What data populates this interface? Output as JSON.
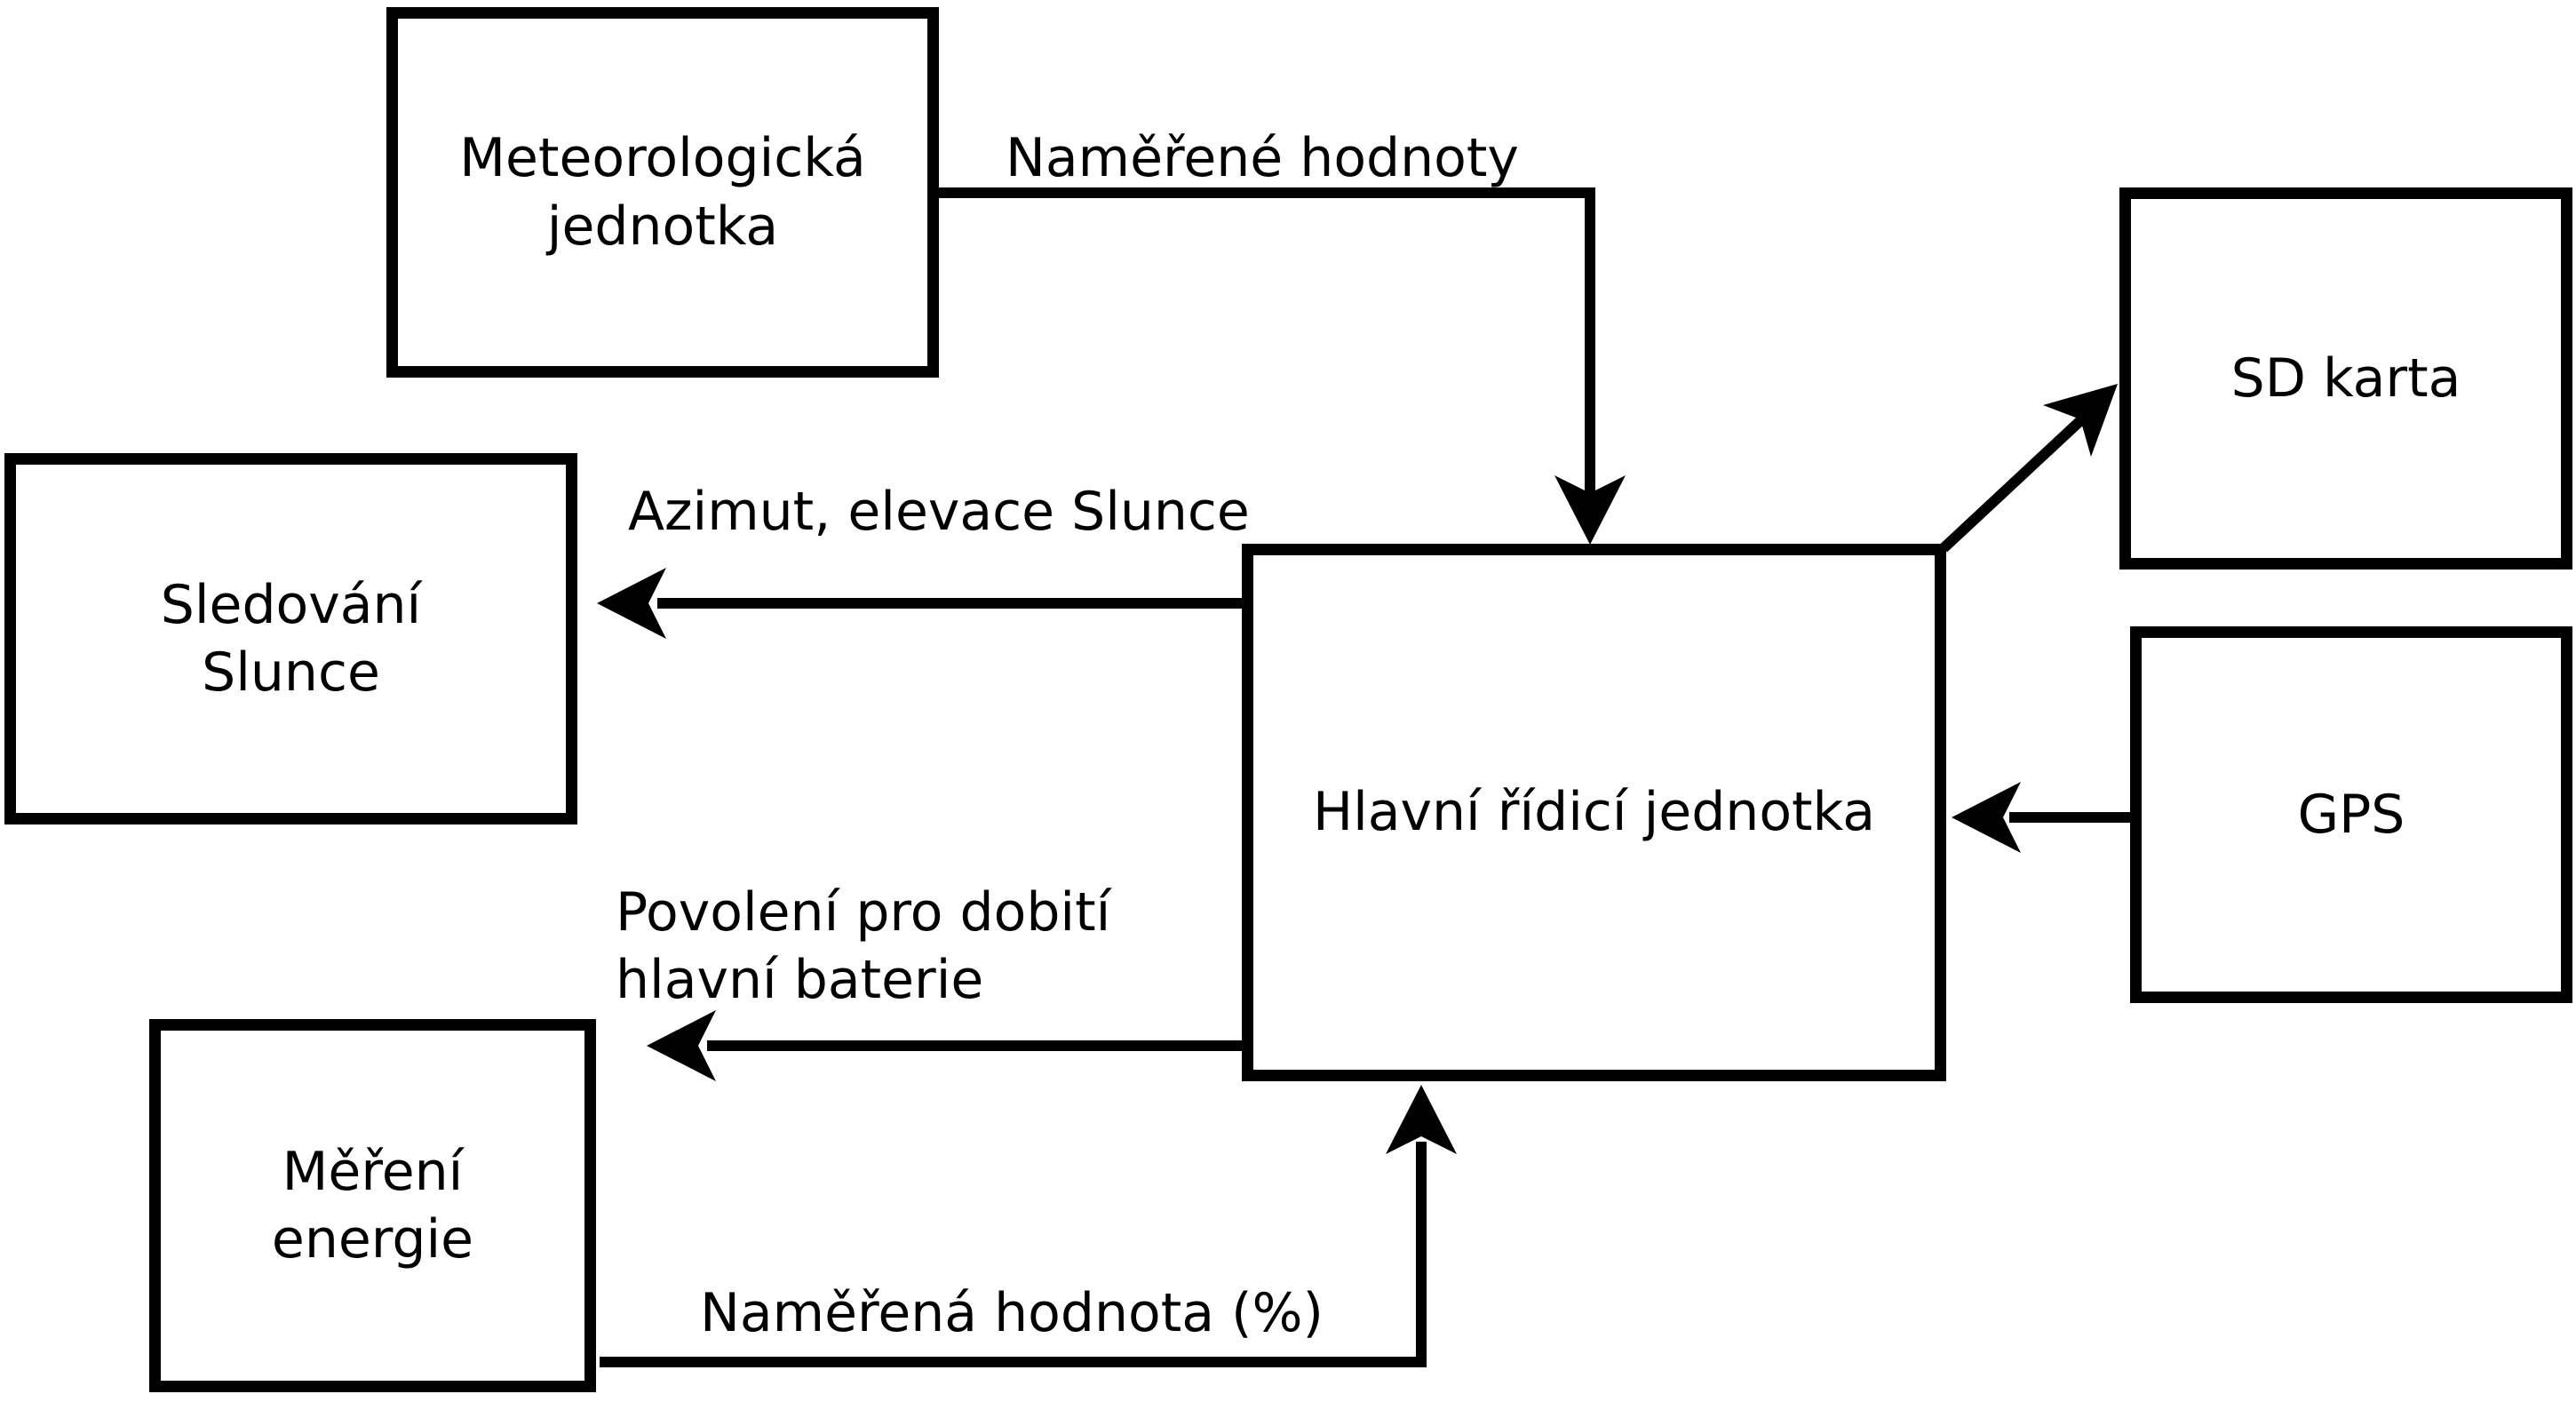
{
  "diagram": {
    "type": "block-diagram",
    "colors": {
      "background": "#ffffff",
      "lines": "#000000",
      "text": "#000000"
    },
    "boxes": [
      {
        "id": "meteo",
        "label": "Meteorologická\njednotka"
      },
      {
        "id": "sledovani",
        "label": "Sledování\nSlunce"
      },
      {
        "id": "mereni",
        "label": "Měření\nenergie"
      },
      {
        "id": "hlavni",
        "label": "Hlavní řídicí jednotka"
      },
      {
        "id": "sd",
        "label": "SD karta"
      },
      {
        "id": "gps",
        "label": "GPS"
      }
    ],
    "edges": [
      {
        "from": "Meteorologická jednotka",
        "to": "Hlavní řídicí jednotka",
        "label": "Naměřené hodnoty"
      },
      {
        "from": "Hlavní řídicí jednotka",
        "to": "Sledování Slunce",
        "label": "Azimut, elevace Slunce"
      },
      {
        "from": "Hlavní řídicí jednotka",
        "to": "hlavní baterie",
        "label": "Povolení pro dobití\nhlavní baterie"
      },
      {
        "from": "Měření energie",
        "to": "Hlavní řídicí jednotka",
        "label": "Naměřená hodnota (%)"
      },
      {
        "from": "Hlavní řídicí jednotka",
        "to": "SD karta",
        "label": ""
      },
      {
        "from": "GPS",
        "to": "Hlavní řídicí jednotka",
        "label": ""
      }
    ]
  }
}
